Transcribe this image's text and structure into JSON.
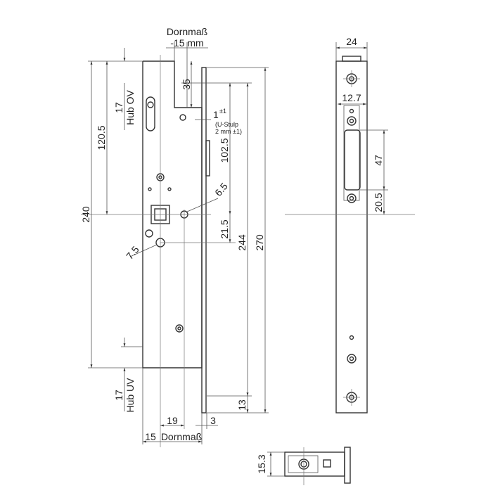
{
  "front_view": {
    "dornmass_top": "Dornmaß",
    "dornmass_offset": "-15 mm",
    "dim_35": "35",
    "dim_1": "1",
    "dim_1_tol": "±1",
    "u_stulp": "(U-Stulp",
    "u_stulp_2mm": "2 mm ±1)",
    "dim_102_5": "102.5",
    "dim_21_5": "21.5",
    "dim_244": "244",
    "dim_270": "270",
    "dim_13": "13",
    "dim_6_5": "6.5",
    "dim_7_5": "7.5",
    "dim_240": "240",
    "dim_120_5": "120.5",
    "hub_ov_value": "17",
    "hub_ov_label": "Hub OV",
    "hub_uv_value": "17",
    "hub_uv_label": "Hub UV",
    "dim_19": "19",
    "dim_3": "3",
    "dim_15": "15",
    "dornmass_bottom": "Dornmaß"
  },
  "side_view": {
    "dim_24": "24",
    "dim_12_7": "12.7",
    "dim_47": "47",
    "dim_20_5": "20.5"
  },
  "bottom_view": {
    "dim_15_3": "15.3"
  }
}
